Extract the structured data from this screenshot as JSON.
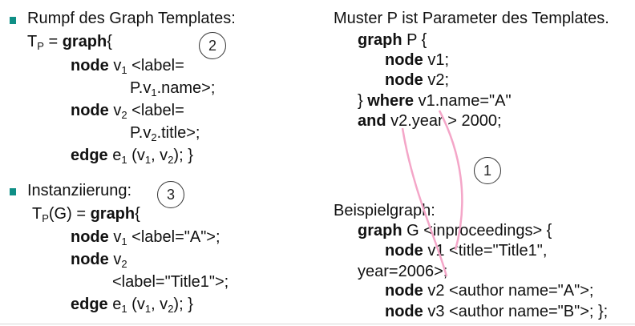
{
  "left": {
    "heading1": "Rumpf des Graph Templates:",
    "tp_T": "T",
    "tp_sub": "P",
    "tp_eq": " = ",
    "kw_graph": "graph",
    "brace_open": "{",
    "node_kw": "node",
    "v": " v",
    "s1": "1",
    "s2": "2",
    "label_open": " <label=",
    "pv1_name_a": "P.v",
    "pv1_name_b": ".name>;",
    "pv2_title_b": ".title>;",
    "edge_kw": "edge",
    "e": " e",
    "edge_args_a": " (v",
    "edge_args_b": ", v",
    "edge_args_c": "); }",
    "circle2": "2",
    "heading2": "Instanziierung:",
    "circle3": "3",
    "tpg_T": "T",
    "tpg_sub": "P",
    "tpg_g": "(G) = ",
    "label_A": " <label=\"A\">;",
    "label_title1": "<label=\"Title1\">;"
  },
  "right": {
    "muster": "Muster P ist Parameter des Templates.",
    "graph_p": " P {",
    "v1": " v1;",
    "v2": " v2;",
    "where_close": "} ",
    "where_kw": "where",
    "where_cond": " v1.name=\"A\"",
    "and_kw": "and",
    "and_cond": " v2.year > 2000;",
    "circle1": "1",
    "beispiel": "Beispielgraph:",
    "graph_g": " G <inproceedings> {",
    "v1_title": " v1 <title=\"Title1\",",
    "year": "year=2006>;",
    "v2_author": " v2 <author name=\"A\">;",
    "v3_author": " v3 <author name=\"B\">; };"
  },
  "colors": {
    "bullet": "#0f8f86",
    "arrow": "#f4a6c8"
  }
}
